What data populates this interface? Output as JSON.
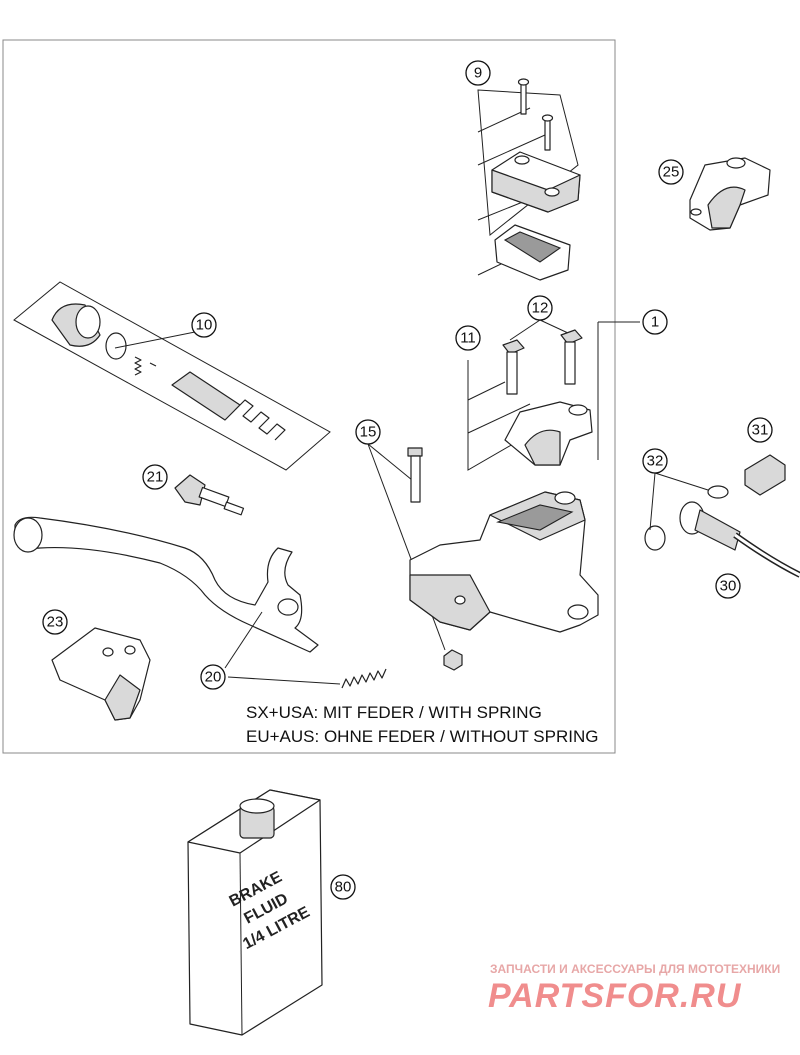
{
  "callouts": {
    "c1": "1",
    "c9": "9",
    "c10": "10",
    "c11": "11",
    "c12": "12",
    "c15": "15",
    "c20": "20",
    "c21": "21",
    "c23": "23",
    "c25": "25",
    "c30": "30",
    "c31": "31",
    "c32": "32",
    "c80": "80"
  },
  "notes": {
    "line1": "SX+USA:  MIT FEDER / WITH SPRING",
    "line2": "EU+AUS:  OHNE FEDER / WITHOUT SPRING"
  },
  "brake_fluid": {
    "line1": "BRAKE",
    "line2": "FLUID",
    "line3": "1/4 LITRE"
  },
  "watermark": {
    "tagline": "ЗАПЧАСТИ И АКСЕССУАРЫ ДЛЯ МОТОТЕХНИКИ",
    "brand": "PARTSFOR.RU"
  }
}
